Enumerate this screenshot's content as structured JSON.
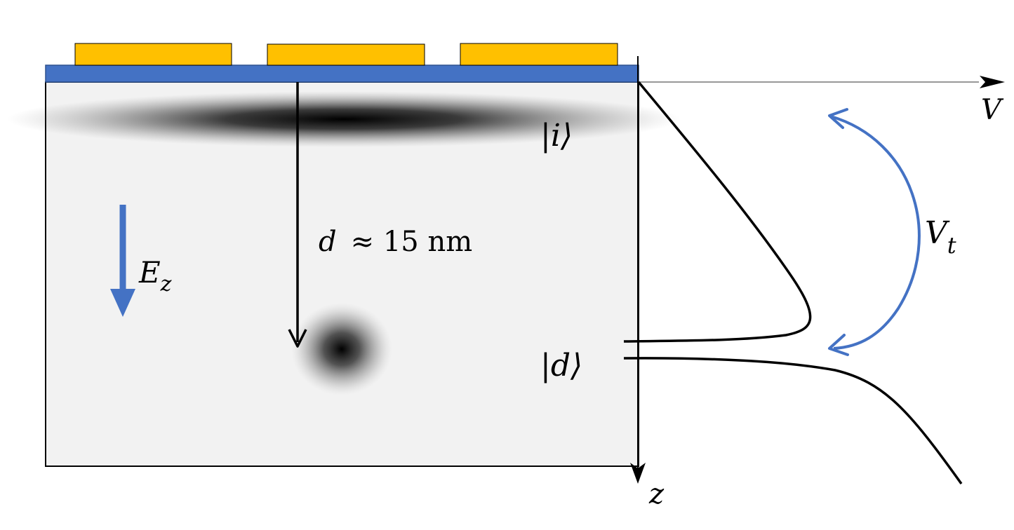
{
  "labels": {
    "state_i": "|i⟩",
    "state_d": "|d⟩",
    "distance_var": "d",
    "distance_rel": "≈ 15 nm",
    "field_main": "E",
    "field_sub": "z",
    "tunnel_main": "V",
    "tunnel_sub": "t",
    "axis_v": "V",
    "axis_z": "z"
  },
  "colors": {
    "substrate": "#f2f2f2",
    "oxide": "#4472c4",
    "gates": "#ffc000",
    "field_arrow": "#4472c4",
    "tunnel_arrow": "#4472c4",
    "curves": "#000000"
  },
  "gates": {
    "count": 3
  }
}
